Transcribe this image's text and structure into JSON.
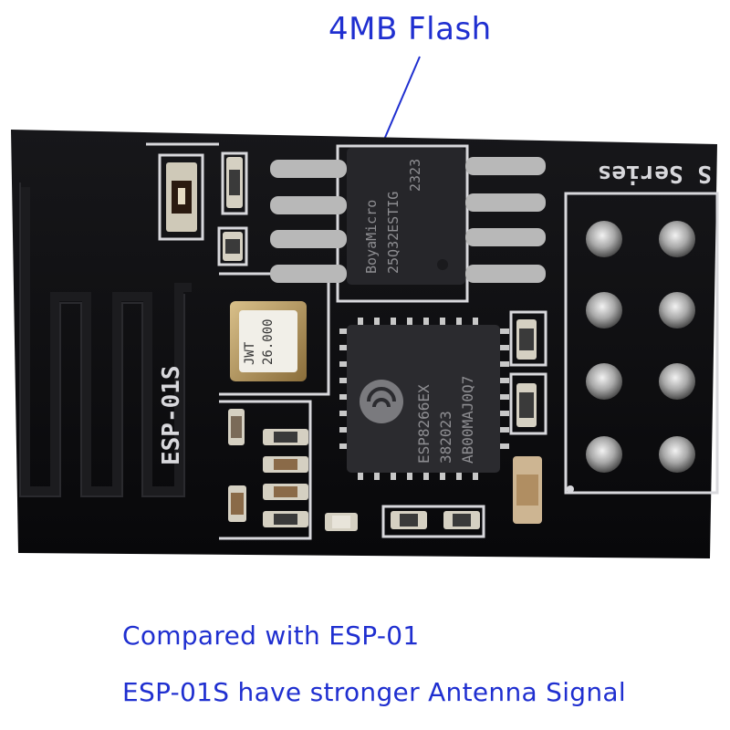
{
  "callout": {
    "label": "4MB Flash"
  },
  "board": {
    "series_label": "S Series",
    "model_label": "ESP-01S",
    "flash_chip": {
      "line1": "BoyaMicro",
      "line2": "25Q32ESTIG",
      "line3": "2323"
    },
    "soc_chip": {
      "line1": "ESP8266EX",
      "line2": "382023",
      "line3": "AB00MAJ0Q7"
    },
    "crystal": {
      "line1": "JWT",
      "line2": "26.000"
    }
  },
  "caption": {
    "line1": "Compared with ESP-01",
    "line2": "ESP-01S have stronger Antenna Signal"
  },
  "colors": {
    "text": "#1f2fd0",
    "pcb": "#0d0d0f",
    "silkscreen": "#d8d8dc"
  }
}
